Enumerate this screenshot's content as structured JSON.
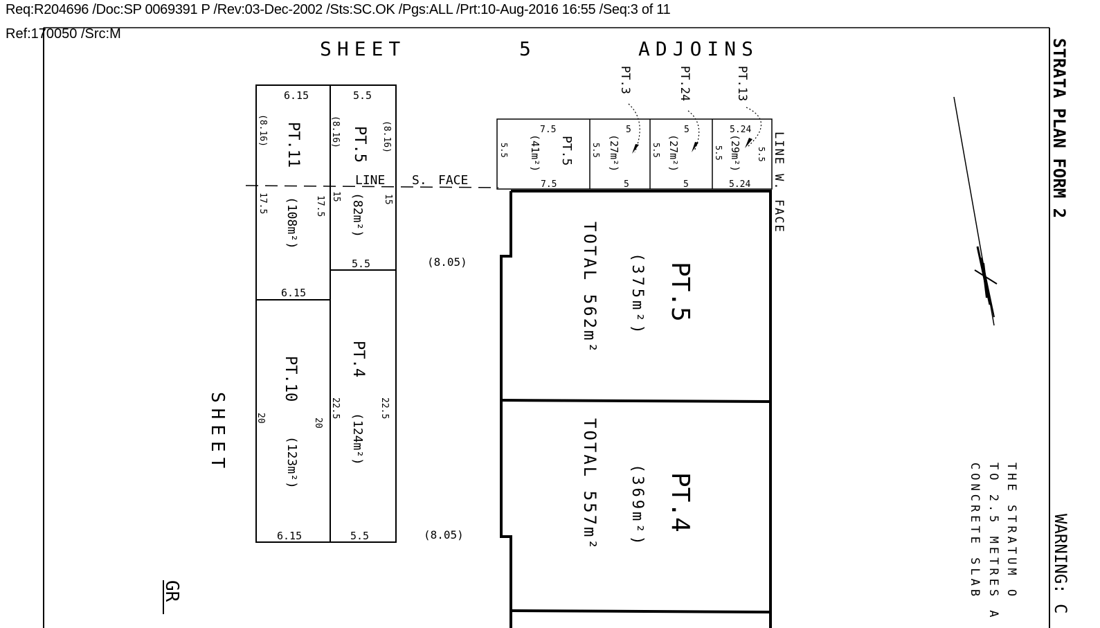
{
  "header": {
    "line1": "Req:R204696 /Doc:SP 0069391 P /Rev:03-Dec-2002 /Sts:SC.OK /Pgs:ALL /Prt:10-Aug-2016 16:55 /Seq:3 of 11",
    "line2": "Ref:170050 /Src:M"
  },
  "plan": {
    "sheet_adjoins": {
      "sheet": "SHEET",
      "num": "5",
      "adjoins": "ADJOINS"
    },
    "side_sheet": "SHEET",
    "bottom_gr": "GR",
    "form_title": "STRATA PLAN FORM 2",
    "warning": "WARNING: C",
    "stratum_note": [
      "THE STRATUM O",
      "TO 2.5 METRES A",
      "CONCRETE SLAB"
    ],
    "line_s_face": [
      "LINE",
      "S.",
      "FACE"
    ],
    "line_w_face": "LINE W. FACE",
    "pt11": {
      "label": "PT.11",
      "area": "(108m²)",
      "top": "6.15",
      "bot": "6.15",
      "d1": "(8.16)",
      "d2": "17.5",
      "d3": "17.5"
    },
    "pt5a": {
      "label": "PT.5",
      "area": "(82m²)",
      "top": "5.5",
      "bot": "5.5",
      "d1": "(8.16)",
      "d2": "(8.16)",
      "d3": "15",
      "d4": "15"
    },
    "pt10": {
      "label": "PT.10",
      "area": "(123m²)",
      "bot": "6.15",
      "d1": "20",
      "d2": "20"
    },
    "pt4a": {
      "label": "PT.4",
      "area": "(124m²)",
      "bot": "5.5",
      "d1": "22.5",
      "d2": "22.5"
    },
    "offset_a": "(8.05)",
    "offset_b": "(8.05)",
    "small": [
      {
        "label": "PT.5",
        "area": "(41m²)",
        "top": "7.5",
        "bot": "7.5",
        "side": "5.5"
      },
      {
        "label": "",
        "area": "(27m²)",
        "top": "5",
        "bot": "5",
        "side": "5.5"
      },
      {
        "label": "",
        "area": "(27m²)",
        "top": "5",
        "bot": "5",
        "side": "5.5"
      },
      {
        "label": "",
        "area": "(29m²)",
        "top": "5.24",
        "bot": "5.24",
        "side": "5.5",
        "side2": "5.5"
      }
    ],
    "callouts": [
      "PT.3",
      "PT.24",
      "PT.13"
    ],
    "pt5b": {
      "label": "PT.5",
      "area": "(375m²)",
      "total": "TOTAL 562m²"
    },
    "pt4b": {
      "label": "PT.4",
      "area": "(369m²)",
      "total": "TOTAL 557m²"
    }
  }
}
